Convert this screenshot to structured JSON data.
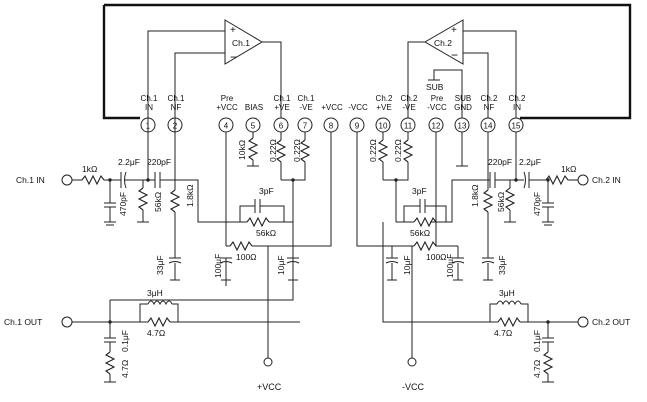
{
  "channels": {
    "ch1": {
      "amp": "Ch.1",
      "in": "Ch.1 IN",
      "out": "Ch.1 OUT"
    },
    "ch2": {
      "amp": "Ch.2",
      "in": "Ch.2 IN",
      "out": "Ch.2 OUT"
    }
  },
  "sub_label": "SUB",
  "pins": [
    {
      "num": "1",
      "label": [
        "Ch.1",
        "IN"
      ]
    },
    {
      "num": "2",
      "label": [
        "Ch.1",
        "NF"
      ]
    },
    {
      "num": "4",
      "label": [
        "Pre",
        "+VCC"
      ]
    },
    {
      "num": "5",
      "label": [
        "BIAS"
      ]
    },
    {
      "num": "6",
      "label": [
        "Ch.1",
        "+VE"
      ]
    },
    {
      "num": "7",
      "label": [
        "Ch.1",
        "-VE"
      ]
    },
    {
      "num": "8",
      "label": [
        "+VCC"
      ]
    },
    {
      "num": "9",
      "label": [
        "-VCC"
      ]
    },
    {
      "num": "10",
      "label": [
        "Ch.2",
        "+VE"
      ]
    },
    {
      "num": "11",
      "label": [
        "Ch.2",
        "-VE"
      ]
    },
    {
      "num": "12",
      "label": [
        "Pre",
        "-VCC"
      ]
    },
    {
      "num": "13",
      "label": [
        "SUB",
        "GND"
      ]
    },
    {
      "num": "14",
      "label": [
        "Ch.2",
        "NF"
      ]
    },
    {
      "num": "15",
      "label": [
        "Ch.2",
        "IN"
      ]
    }
  ],
  "components": {
    "r_in1": "1kΩ",
    "c_in1": "2.2μF",
    "c_nf1": "220pF",
    "c_in_gnd1": "470pF",
    "r_in_gnd1": "56kΩ",
    "r_nf1": "1.8kΩ",
    "c_nf_gnd1": "33μF",
    "r_bias": "10kΩ",
    "r_ve1a": "0.22Ω",
    "r_ve1b": "0.22Ω",
    "c_fb1": "3pF",
    "r_fb1": "56kΩ",
    "r_fil1": "100Ω",
    "c_fil1a": "100μF",
    "c_fil1b": "10μF",
    "l_out1": "3μH",
    "r_out1": "4.7Ω",
    "c_zo1": "0.1μF",
    "r_zo1": "4.7Ω",
    "r_ve2a": "0.22Ω",
    "r_ve2b": "0.22Ω",
    "c_fb2": "3pF",
    "r_fb2": "56kΩ",
    "r_fil2": "100Ω",
    "c_fil2a": "100μF",
    "c_fil2b": "10μF",
    "r_nf2": "1.8kΩ",
    "r_in_gnd2": "56kΩ",
    "c_nf_gnd2": "33μF",
    "c_nf2": "220pF",
    "c_in2": "2.2μF",
    "r_in2": "1kΩ",
    "c_in_gnd2": "470pF",
    "l_out2": "3μH",
    "r_out2": "4.7Ω",
    "c_zo2": "0.1μF",
    "r_zo2": "4.7Ω"
  },
  "supplies": {
    "pos": "+VCC",
    "neg": "-VCC"
  }
}
